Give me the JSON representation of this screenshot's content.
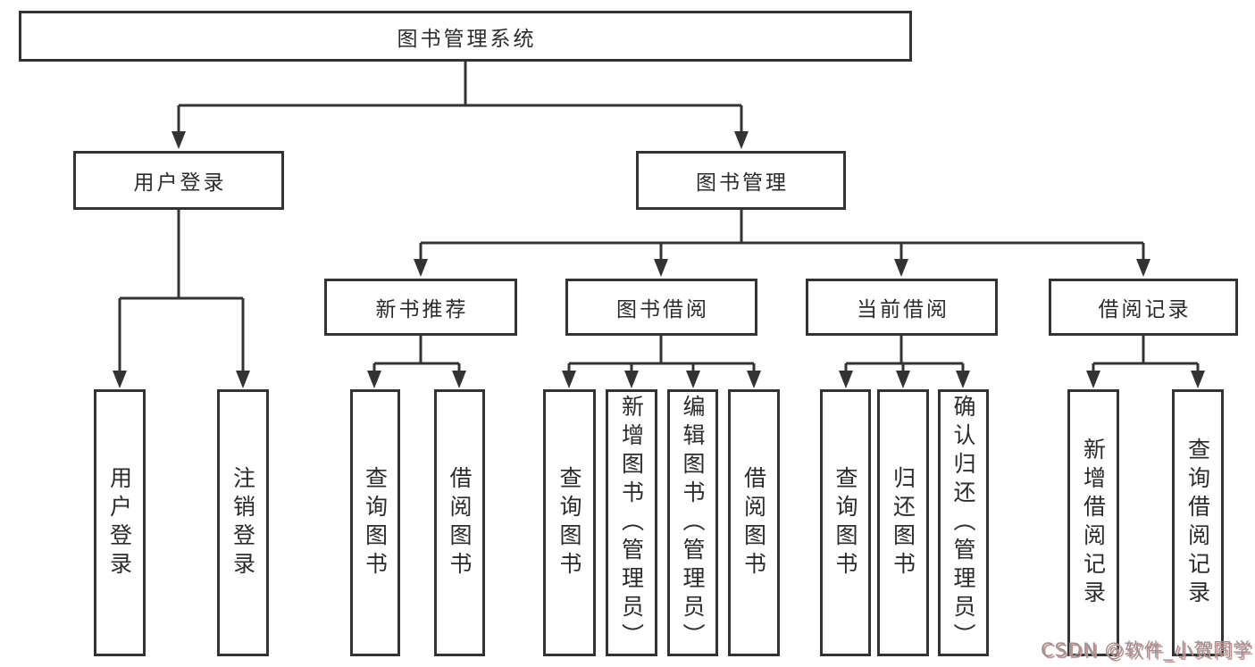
{
  "diagram": {
    "root": {
      "label": "图书管理系统"
    },
    "branches": [
      {
        "label": "用户登录",
        "children": [
          {
            "label": "用户登录"
          },
          {
            "label": "注销登录"
          }
        ]
      },
      {
        "label": "图书管理",
        "children": [
          {
            "label": "新书推荐",
            "children": [
              {
                "label": "查询图书"
              },
              {
                "label": "借阅图书"
              }
            ]
          },
          {
            "label": "图书借阅",
            "children": [
              {
                "label": "查询图书"
              },
              {
                "label": "新增图书（管理员）"
              },
              {
                "label": "编辑图书（管理员）"
              },
              {
                "label": "借阅图书"
              }
            ]
          },
          {
            "label": "当前借阅",
            "children": [
              {
                "label": "查询图书"
              },
              {
                "label": "归还图书"
              },
              {
                "label": "确认归还（管理员）"
              }
            ]
          },
          {
            "label": "借阅记录",
            "children": [
              {
                "label": "新增借阅记录"
              },
              {
                "label": "查询借阅记录"
              }
            ]
          }
        ]
      }
    ]
  },
  "watermark": {
    "text": "CSDN @软件_小贺同学"
  },
  "colors": {
    "line": "#333333",
    "box_border": "#333333",
    "text": "#2b2b2b",
    "background": "#ffffff",
    "watermark_gray": "#969696",
    "watermark_shadow": "#cf8a8a"
  }
}
